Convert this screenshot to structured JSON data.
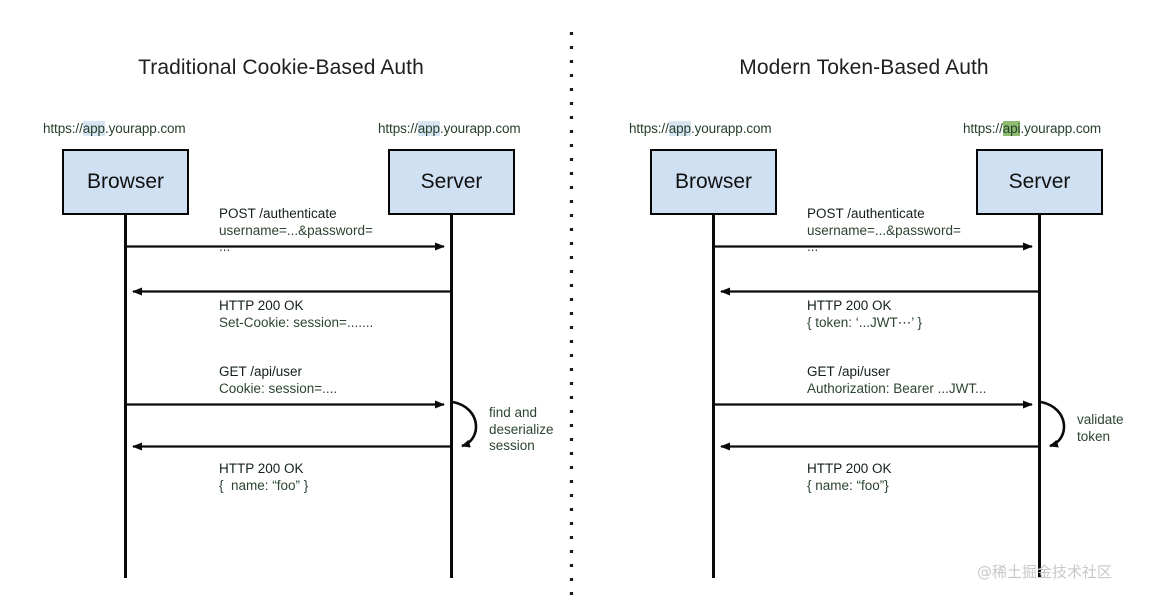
{
  "figure": {
    "background": "#ffffff",
    "divider_color": "#1a1a1a",
    "box_fill": "#cfe0f2",
    "box_stroke": "#050505",
    "arrow_color": "#0a0a0a",
    "label_color": "#2c4431",
    "highlight_blue": "#d7e4f2",
    "highlight_green": "#8ebd70"
  },
  "panels": [
    {
      "id": "cookie",
      "title": "Traditional Cookie-Based Auth",
      "actors": [
        {
          "name": "Browser",
          "url_prefix": "https://",
          "url_highlight": "app",
          "url_highlight_kind": "blue",
          "url_suffix": ".yourapp.com"
        },
        {
          "name": "Server",
          "url_prefix": "https://",
          "url_highlight": "app",
          "url_highlight_kind": "blue",
          "url_suffix": ".yourapp.com"
        }
      ],
      "messages": [
        {
          "direction": "right",
          "line1": "POST /authenticate",
          "line2": "username=...&password=",
          "line3": "..."
        },
        {
          "direction": "left",
          "line1": "HTTP 200 OK",
          "line2": "Set-Cookie: session=.......",
          "line3": ""
        },
        {
          "direction": "right",
          "line1": "GET /api/user",
          "line2": "Cookie: session=....",
          "line3": ""
        },
        {
          "direction": "left",
          "line1": "HTTP 200 OK",
          "line2": "{  name: “foo” }",
          "line3": ""
        }
      ],
      "self_note": {
        "line1": "find and",
        "line2": "deserialize",
        "line3": "session"
      }
    },
    {
      "id": "token",
      "title": "Modern Token-Based Auth",
      "actors": [
        {
          "name": "Browser",
          "url_prefix": "https://",
          "url_highlight": "app",
          "url_highlight_kind": "blue",
          "url_suffix": ".yourapp.com"
        },
        {
          "name": "Server",
          "url_prefix": "https://",
          "url_highlight": "api",
          "url_highlight_kind": "green",
          "url_suffix": ".yourapp.com"
        }
      ],
      "messages": [
        {
          "direction": "right",
          "line1": "POST /authenticate",
          "line2": "username=...&password=",
          "line3": "..."
        },
        {
          "direction": "left",
          "line1": "HTTP 200 OK",
          "line2": "{ token: ‘...JWT⋯’ }",
          "line3": ""
        },
        {
          "direction": "right",
          "line1": "GET /api/user",
          "line2": "Authorization: Bearer ...JWT...",
          "line3": ""
        },
        {
          "direction": "left",
          "line1": "HTTP 200 OK",
          "line2": "{ name: “foo”}",
          "line3": ""
        }
      ],
      "self_note": {
        "line1": "validate",
        "line2": "token",
        "line3": ""
      }
    }
  ],
  "watermark": {
    "text": "@稀土掘金技术社区"
  }
}
